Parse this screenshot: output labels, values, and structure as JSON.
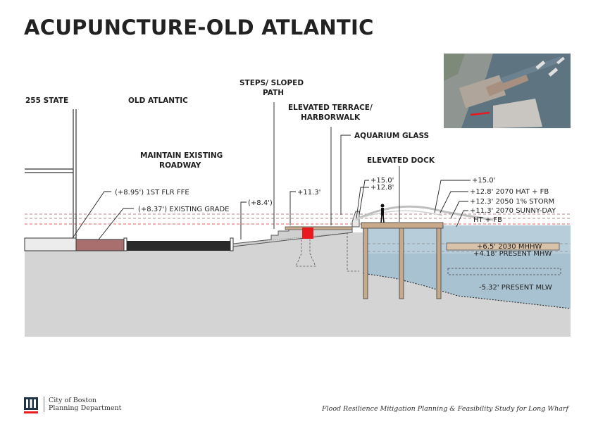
{
  "title": "ACUPUNCTURE-OLD ATLANTIC",
  "labels": {
    "state": "255 STATE",
    "old_atlantic": "OLD ATLANTIC",
    "maintain_1": "MAINTAIN EXISTING",
    "maintain_2": "ROADWAY",
    "steps_1": "STEPS/ SLOPED",
    "steps_2": "PATH",
    "terrace_1": "ELEVATED TERRACE/",
    "terrace_2": "HARBORWALK",
    "aquarium": "AQUARIUM GLASS",
    "dock": "ELEVATED DOCK"
  },
  "elevations": {
    "ffe": "(+8.95') 1ST FLR FFE",
    "grade": "(+8.37') EXISTING GRADE",
    "e84": "(+8.4')",
    "e113": "+11.3'",
    "e15a": "+15.0'",
    "e128a": "+12.8'",
    "e15b": "+15.0'",
    "hat": "+12.8' 2070 HAT + FB",
    "storm": "+12.3' 2050 1% STORM",
    "sunny": "+11.3' 2070 SUNNY-DAY",
    "sunny2": "HT + FB",
    "mhhw": "+6.5' 2030 MHHW",
    "mhw": "+4.18' PRESENT MHW",
    "mlw": "-5.32' PRESENT MLW"
  },
  "footer": {
    "org_line1": "City of Boston",
    "org_line2": "Planning Department",
    "study": "Flood Resilience Mitigation Planning & Feasibility Study for Long Wharf"
  },
  "colors": {
    "ground": "#d4d4d4",
    "water": "#b8cdda",
    "dock": "#c8a98a",
    "red_box": "#e8191f",
    "brick": "#a96f6f",
    "asphalt": "#2a2a2a"
  }
}
